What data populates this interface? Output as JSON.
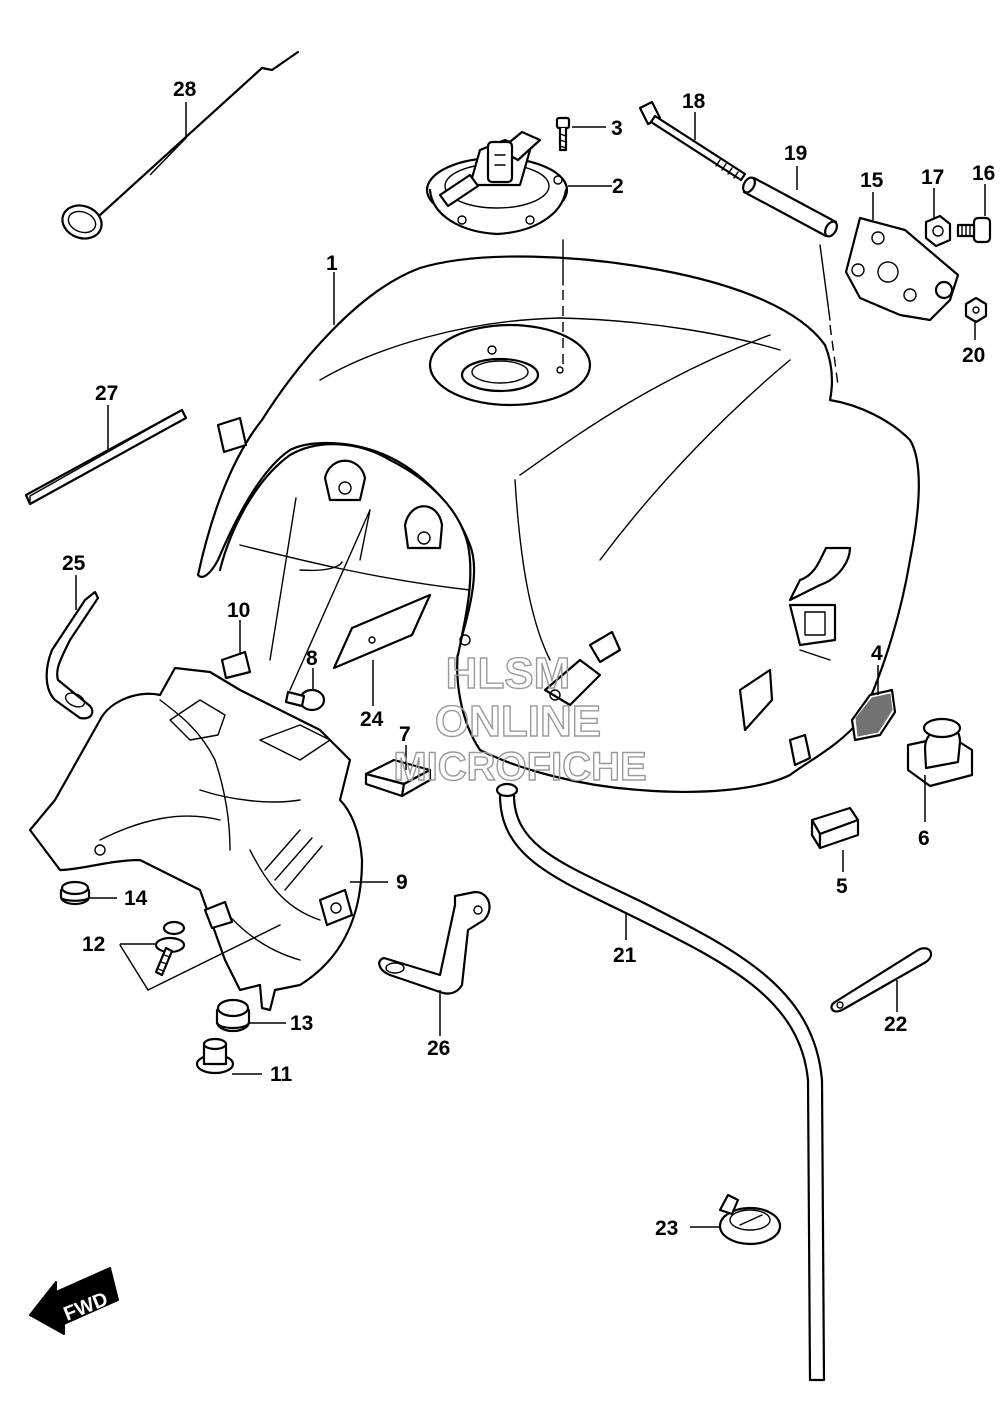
{
  "diagram": {
    "callouts": [
      {
        "id": "c1",
        "label": "1"
      },
      {
        "id": "c2",
        "label": "2"
      },
      {
        "id": "c3",
        "label": "3"
      },
      {
        "id": "c4",
        "label": "4"
      },
      {
        "id": "c5",
        "label": "5"
      },
      {
        "id": "c6",
        "label": "6"
      },
      {
        "id": "c7",
        "label": "7"
      },
      {
        "id": "c8",
        "label": "8"
      },
      {
        "id": "c9",
        "label": "9"
      },
      {
        "id": "c10",
        "label": "10"
      },
      {
        "id": "c11",
        "label": "11"
      },
      {
        "id": "c12",
        "label": "12"
      },
      {
        "id": "c13",
        "label": "13"
      },
      {
        "id": "c14",
        "label": "14"
      },
      {
        "id": "c15",
        "label": "15"
      },
      {
        "id": "c16",
        "label": "16"
      },
      {
        "id": "c17",
        "label": "17"
      },
      {
        "id": "c18",
        "label": "18"
      },
      {
        "id": "c19",
        "label": "19"
      },
      {
        "id": "c20",
        "label": "20"
      },
      {
        "id": "c21",
        "label": "21"
      },
      {
        "id": "c22",
        "label": "22"
      },
      {
        "id": "c23",
        "label": "23"
      },
      {
        "id": "c24",
        "label": "24"
      },
      {
        "id": "c25",
        "label": "25"
      },
      {
        "id": "c26",
        "label": "26"
      },
      {
        "id": "c27",
        "label": "27"
      },
      {
        "id": "c28",
        "label": "28"
      }
    ],
    "direction_badge": "FWD",
    "watermark": {
      "line1": "HLSM",
      "line2": "ONLINE",
      "line3": "MICROFICHE"
    }
  }
}
